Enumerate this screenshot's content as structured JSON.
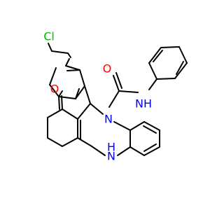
{
  "molecule": {
    "colors": {
      "bond": "#000000",
      "carbon": "#000000",
      "nitrogen": "#0000ff",
      "oxygen": "#ff0000",
      "chlorine": "#00bb00"
    },
    "atoms": [
      {
        "id": "cl",
        "name": "chlorine-label",
        "label": "Cl",
        "element": "chlorine"
      },
      {
        "id": "o1",
        "name": "amide-oxygen-label",
        "label": "O",
        "element": "oxygen"
      },
      {
        "id": "nh1",
        "name": "amide-nh-label",
        "label": "NH",
        "element": "nitrogen"
      },
      {
        "id": "o2",
        "name": "ketone-oxygen-label",
        "label": "O",
        "element": "oxygen"
      },
      {
        "id": "n1",
        "name": "ring-nitrogen-label",
        "label": "N",
        "element": "nitrogen"
      },
      {
        "id": "h",
        "name": "ring-nh-hydrogen-label",
        "label": "H",
        "element": "nitrogen"
      },
      {
        "id": "n2",
        "name": "ring-nh-nitrogen-label",
        "label": "N",
        "element": "nitrogen"
      }
    ]
  }
}
